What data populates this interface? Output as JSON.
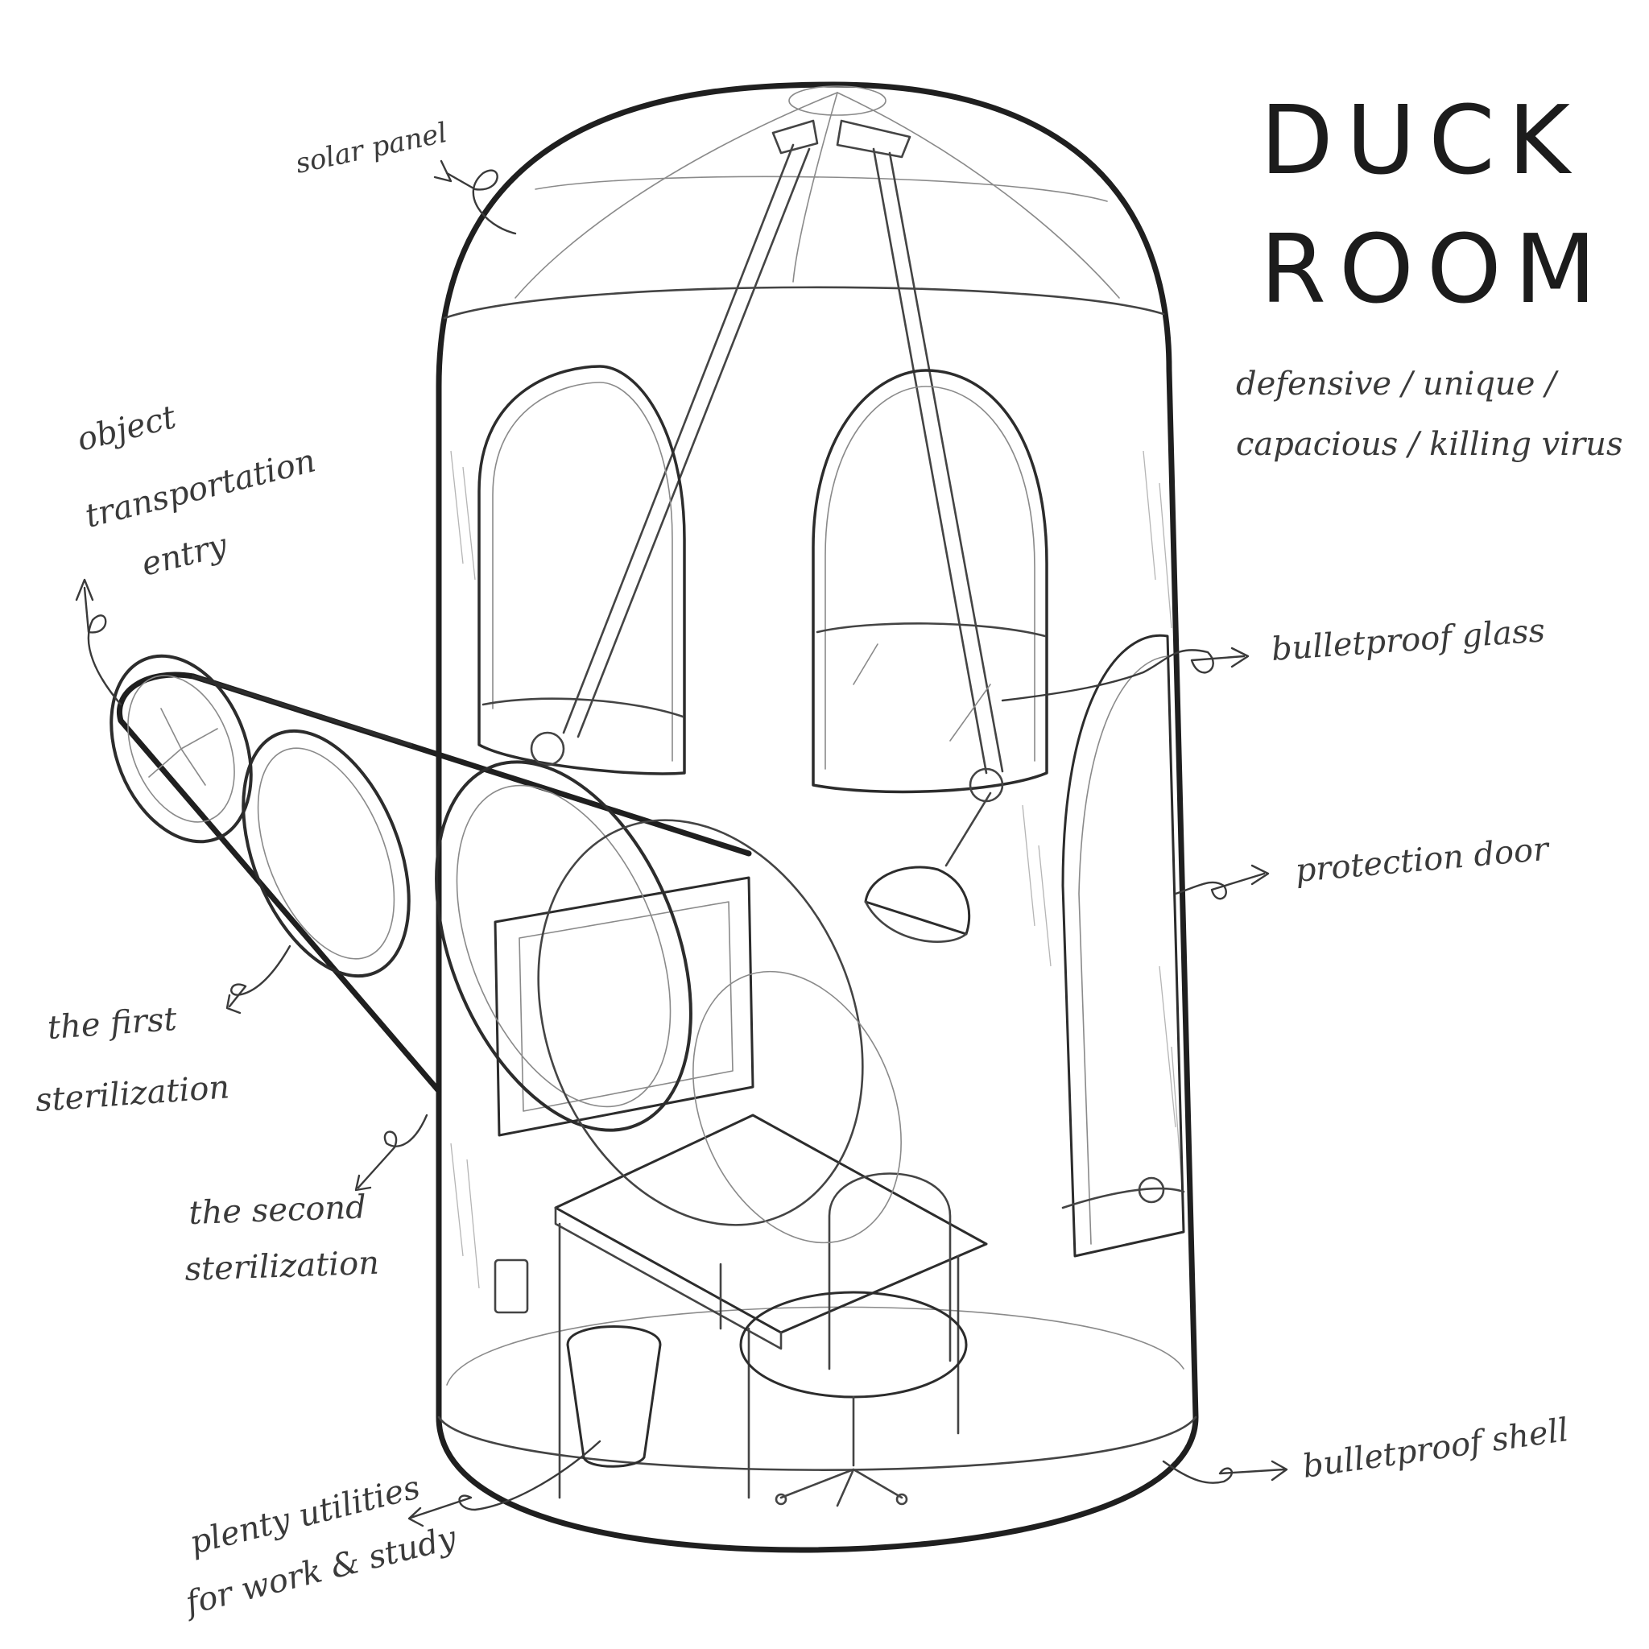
{
  "title": {
    "line1": "DUCK",
    "line2": "ROOM"
  },
  "subtitle": {
    "line1": "defensive / unique /",
    "line2": "capacious / killing virus"
  },
  "labels": {
    "solar_panel": "solar panel",
    "object_entry": [
      "object",
      "transportation",
      "entry"
    ],
    "bulletproof_glass": "bulletproof glass",
    "protection_door": "protection door",
    "first_sterilization": [
      "the first",
      "sterilization"
    ],
    "second_sterilization": [
      "the second",
      "sterilization"
    ],
    "utilities": [
      "plenty utilities",
      "for work & study"
    ],
    "bulletproof_shell": "bulletproof shell"
  },
  "style": {
    "ink": "#1f1f1f",
    "pencil": "#8a8a8a",
    "paper": "#ffffff"
  }
}
